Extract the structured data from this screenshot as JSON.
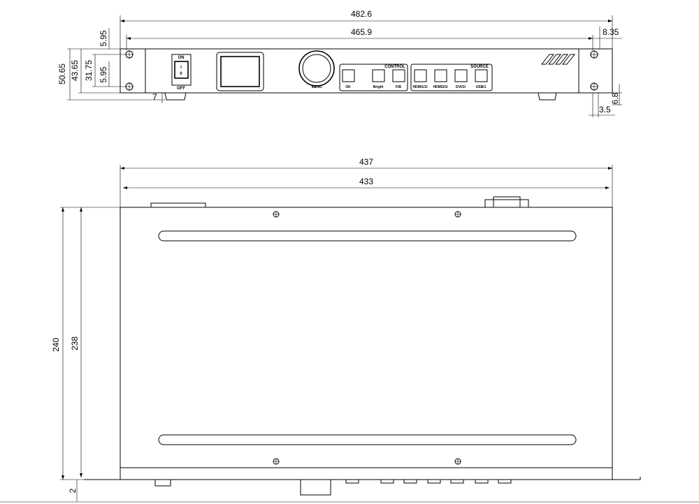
{
  "front_view": {
    "overall_width": "482.6",
    "inner_width": "465.9",
    "ear_offset": "8.35",
    "top_offset": "5.95",
    "overall_height": "50.65",
    "panel_height": "43.65",
    "hole_spacing": "31.75",
    "hole_offset": "5.95",
    "foot_height": "7",
    "foot_depth": "6.8",
    "foot_width": "3.5",
    "power_switch": {
      "on_label": "ON",
      "off_label": "OFF",
      "on_symbol": "I",
      "off_symbol": "0"
    },
    "control_label": "CONTROL",
    "source_label": "SOURCE",
    "knob_label": "MENU",
    "control_buttons": [
      "OK",
      "Bright",
      "F/B"
    ],
    "source_buttons": [
      "HDMI1/1I",
      "HDMI2/1I",
      "DVI/1I",
      "USB/1"
    ]
  },
  "top_view": {
    "overall_width": "437",
    "inner_width": "433",
    "overall_depth": "240",
    "inner_depth": "238",
    "bottom_offset": "2"
  }
}
